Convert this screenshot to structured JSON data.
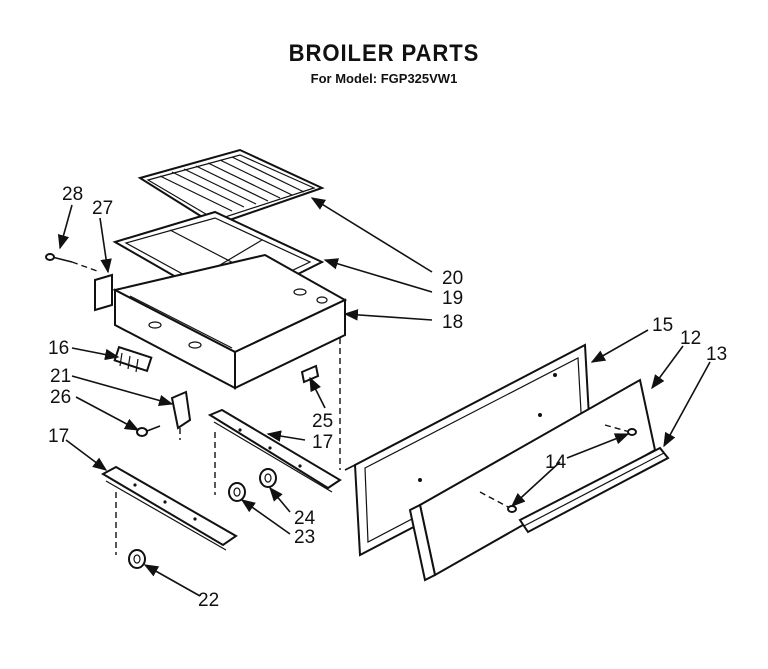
{
  "header": {
    "title": "BROILER PARTS",
    "subtitle": "For Model: FGP325VW1"
  },
  "callouts": [
    "28",
    "27",
    "20",
    "19",
    "18",
    "16",
    "21",
    "26",
    "25",
    "17",
    "17",
    "15",
    "12",
    "13",
    "14",
    "24",
    "23",
    "22"
  ],
  "parts": {
    "p28": "28",
    "p27": "27",
    "p20": "20",
    "p19": "19",
    "p18": "18",
    "p16": "16",
    "p21": "21",
    "p26": "26",
    "p25": "25",
    "p17a": "17",
    "p17b": "17",
    "p15": "15",
    "p12": "12",
    "p13": "13",
    "p14": "14",
    "p24": "24",
    "p23": "23",
    "p22": "22"
  }
}
